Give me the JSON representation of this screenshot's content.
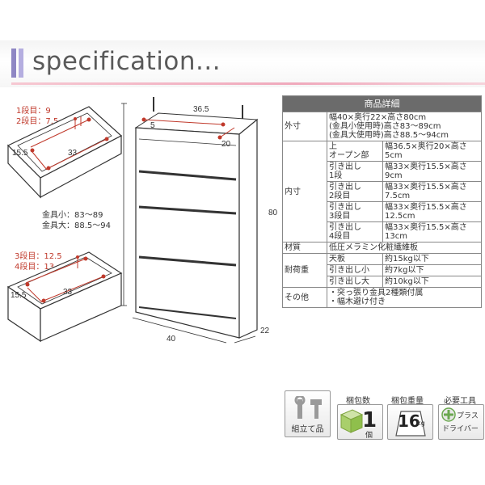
{
  "header": {
    "title": "specification..."
  },
  "drawer_top": {
    "line1": "1段目：9",
    "line2": "2段目：7.5",
    "depth": "15.5",
    "width": "33"
  },
  "fittings": {
    "small": "金具小：83～89",
    "large": "金具大：88.5～94"
  },
  "drawer_bottom": {
    "line1": "3段目：12.5",
    "line2": "4段目：13",
    "depth": "15.5",
    "width": "33"
  },
  "cabinet": {
    "top_width": "36.5",
    "top_left": "5",
    "top_depth": "20",
    "height": "80",
    "width": "40",
    "depth": "22"
  },
  "table": {
    "header": "商品詳細",
    "rows": [
      {
        "label": "外寸",
        "value": "幅40×奥行22×高さ80cm\n(金具小使用時)高さ83～89cm\n(金具大使用時)高さ88.5～94cm"
      },
      {
        "label": "内寸",
        "sub": "上\nオープン部",
        "value": "幅36.5×奥行20×高さ5cm"
      },
      {
        "sub": "引き出し\n1段",
        "value": "幅33×奥行15.5×高さ9cm"
      },
      {
        "sub": "引き出し\n2段目",
        "value": "幅33×奥行15.5×高さ7.5cm"
      },
      {
        "sub": "引き出し\n3段目",
        "value": "幅33×奥行15.5×高さ12.5cm"
      },
      {
        "sub": "引き出し\n4段目",
        "value": "幅33×奥行15.5×高さ13cm"
      },
      {
        "label": "材質",
        "value": "低圧メラミン化粧繊維板"
      },
      {
        "label": "耐荷重",
        "sub": "天板",
        "value": "約15kg以下"
      },
      {
        "sub": "引き出し小",
        "value": "約7kg以下"
      },
      {
        "sub": "引き出し大",
        "value": "約10kg以下"
      },
      {
        "label": "その他",
        "value": "・突っ張り金具2種類付属\n・幅木避け付き"
      }
    ]
  },
  "icons": {
    "assembly": {
      "label": "組立て品"
    },
    "packages": {
      "title": "梱包数",
      "value": "1",
      "unit": "個"
    },
    "weight": {
      "title": "梱包重量",
      "value": "16",
      "unit": "kg"
    },
    "tools": {
      "title": "必要工具",
      "line1": "プラス",
      "line2": "ドライバー"
    }
  },
  "colors": {
    "red_marker": "#c0392b",
    "header_accent": "#f0a9bc",
    "table_header": "#6b6b6b"
  }
}
